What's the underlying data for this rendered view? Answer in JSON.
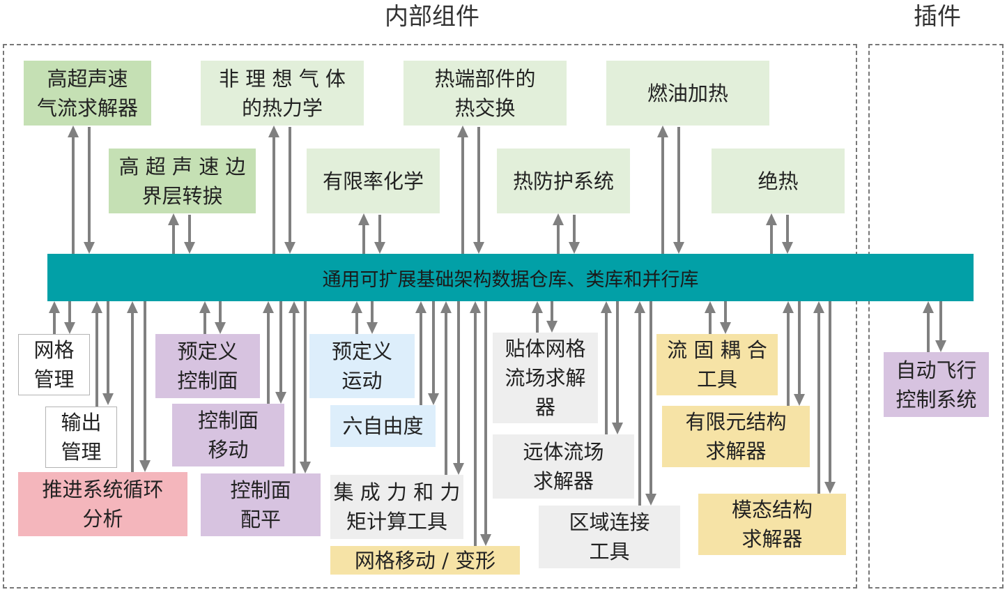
{
  "titles": {
    "internal": "内部组件",
    "plugin": "插件"
  },
  "bus": {
    "label": "通用可扩展基础架构数据仓库、类库和并行库"
  },
  "colors": {
    "bus": "#02a0a7",
    "arrow": "#808080",
    "green": "#c5e0b4",
    "light_green": "#e2efda",
    "purple": "#d7c3e0",
    "blue": "#ddeefb",
    "grey": "#eeeeee",
    "yellow": "#f6e3a6",
    "pink": "#f4b6bc"
  },
  "top_components": [
    {
      "id": "hypersonic-flow-solver",
      "label": "高超声速\n气流求解器"
    },
    {
      "id": "hypersonic-bl-transition",
      "label": "高 超 声 速 边\n界层转捩"
    },
    {
      "id": "nonideal-gas-thermo",
      "label": "非 理 想 气 体\n的热力学"
    },
    {
      "id": "finite-rate-chemistry",
      "label": "有限率化学"
    },
    {
      "id": "hot-part-heat-exchange",
      "label": "热端部件的\n热交换"
    },
    {
      "id": "thermal-protection",
      "label": "热防护系统"
    },
    {
      "id": "fuel-heating",
      "label": "燃油加热"
    },
    {
      "id": "adiabatic",
      "label": "绝热"
    }
  ],
  "bottom_components": [
    {
      "id": "mesh-management",
      "label": "网格\n管理"
    },
    {
      "id": "output-management",
      "label": "输出\n管理"
    },
    {
      "id": "propulsion-cycle",
      "label": "推进系统循环\n分析"
    },
    {
      "id": "predefined-control-surface",
      "label": "预定义\n控制面"
    },
    {
      "id": "control-surface-move",
      "label": "控制面\n移动"
    },
    {
      "id": "control-surface-trim",
      "label": "控制面\n配平"
    },
    {
      "id": "predefined-motion",
      "label": "预定义\n运动"
    },
    {
      "id": "six-dof",
      "label": "六自由度"
    },
    {
      "id": "force-moment-tools",
      "label": "集 成 力 和 力\n矩计算工具"
    },
    {
      "id": "mesh-motion",
      "label": "网格移动 / 变形"
    },
    {
      "id": "body-fitted-solver",
      "label": "贴体网格\n流场求解\n器"
    },
    {
      "id": "far-field-solver",
      "label": "远体流场\n求解器"
    },
    {
      "id": "zone-connect",
      "label": "区域连接\n工具"
    },
    {
      "id": "fsi-tool",
      "label": "流 固 耦 合\n工具"
    },
    {
      "id": "fem-solver",
      "label": "有限元结构\n求解器"
    },
    {
      "id": "modal-solver",
      "label": "模态结构\n求解器"
    }
  ],
  "plugins": [
    {
      "id": "autopilot",
      "label": "自动飞行\n控制系统"
    }
  ]
}
